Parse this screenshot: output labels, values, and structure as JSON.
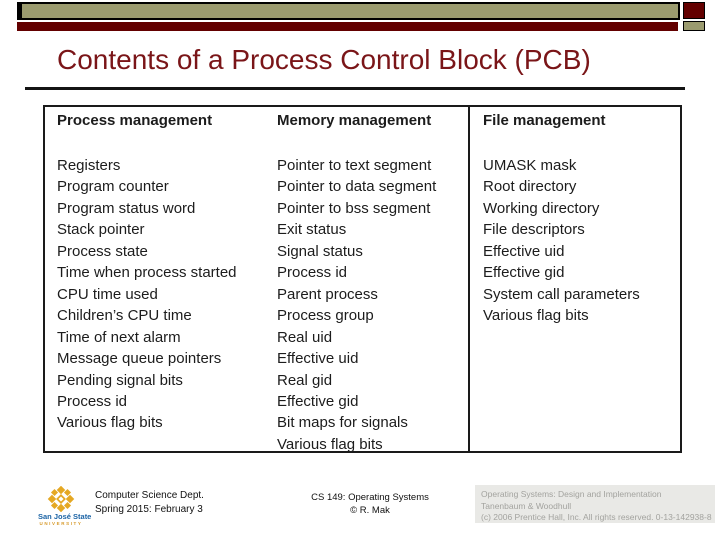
{
  "title": "Contents of a Process Control Block (PCB)",
  "colors": {
    "accent_khaki": "#9b9b6f",
    "accent_maroon": "#630000",
    "title_red": "#7a1518",
    "logo_blue": "#1b63a5",
    "logo_gold": "#e5a823",
    "credit_box_bg": "#e9e9e6",
    "credit_text_gray": "#a3a39f"
  },
  "table": {
    "columns": [
      {
        "header": "Process management",
        "items": [
          "Registers",
          "Program counter",
          "Program status word",
          "Stack pointer",
          "Process state",
          "Time when process started",
          "CPU time used",
          "Children’s CPU time",
          "Time of next alarm",
          "Message queue pointers",
          "Pending signal bits",
          "Process id",
          "Various flag bits"
        ]
      },
      {
        "header": "Memory management",
        "items": [
          "Pointer to text segment",
          "Pointer to data segment",
          "Pointer to bss segment",
          "Exit status",
          "Signal status",
          "Process id",
          "Parent process",
          "Process group",
          "Real uid",
          "Effective uid",
          "Real gid",
          "Effective gid",
          "Bit maps for signals",
          "Various flag bits"
        ]
      },
      {
        "header": "File management",
        "items": [
          "UMASK mask",
          "Root directory",
          "Working directory",
          "File descriptors",
          "Effective uid",
          "Effective gid",
          "System call parameters",
          "Various flag bits"
        ]
      }
    ]
  },
  "footer": {
    "logo": {
      "line1": "San José State",
      "line2": "UNIVERSITY"
    },
    "left": [
      "Computer Science Dept.",
      "Spring 2015: February 3"
    ],
    "center": [
      "CS 149: Operating Systems",
      "© R. Mak"
    ],
    "right": [
      "Operating Systems: Design and Implementation",
      "Tanenbaum & Woodhull",
      "(c) 2006 Prentice Hall, Inc. All rights reserved. 0-13-142938-8"
    ]
  }
}
